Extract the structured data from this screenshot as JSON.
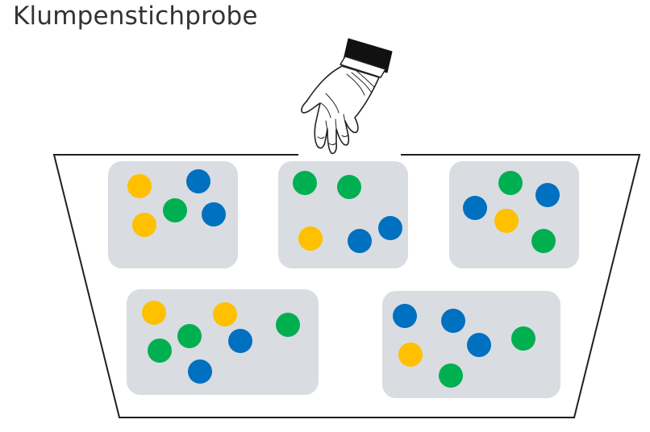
{
  "title": "Klumpenstichprobe",
  "colors": {
    "yellow": "#ffc000",
    "blue": "#0070c0",
    "green": "#00b050",
    "cluster_fill": "#d9dce1",
    "outline": "#1f1f1f"
  },
  "icon": "hand-icon",
  "clusters": [
    {
      "balls": [
        "yellow",
        "blue",
        "green",
        "blue",
        "yellow"
      ]
    },
    {
      "balls": [
        "green",
        "green",
        "blue",
        "yellow",
        "blue"
      ]
    },
    {
      "balls": [
        "green",
        "blue",
        "blue",
        "yellow",
        "green"
      ]
    },
    {
      "balls": [
        "yellow",
        "yellow",
        "green",
        "green",
        "blue",
        "green",
        "blue"
      ]
    },
    {
      "balls": [
        "blue",
        "blue",
        "green",
        "blue",
        "yellow",
        "green"
      ]
    }
  ]
}
